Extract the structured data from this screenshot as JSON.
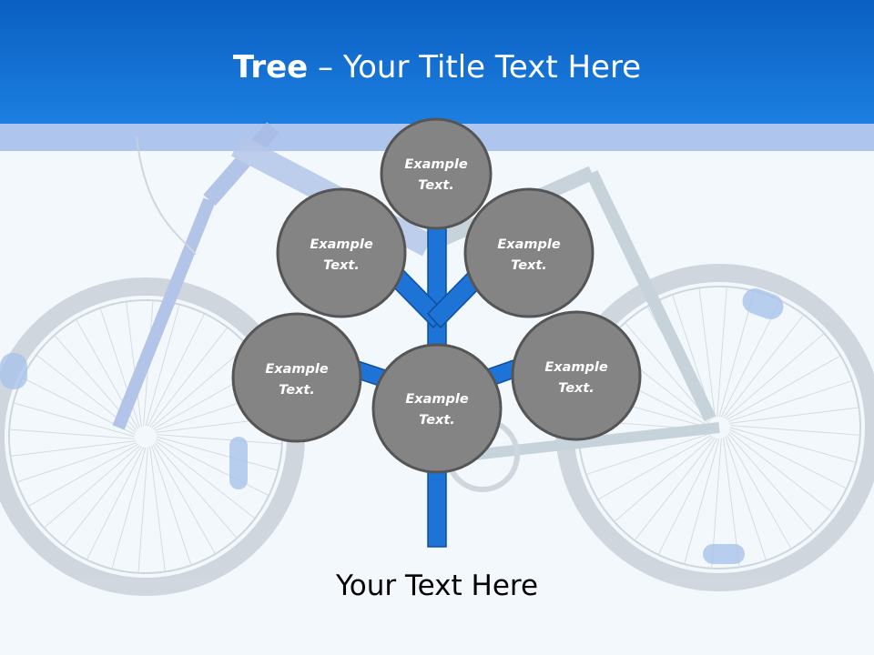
{
  "slide": {
    "title_bold": "Tree",
    "title_rest": " – Your Title Text Here",
    "caption": "Your Text Here"
  },
  "colors": {
    "header": "#1274d6",
    "band": "#aec6ee",
    "branch": "#1d73d6",
    "node_fill": "#848484",
    "node_stroke": "#555555"
  },
  "tree": {
    "nodes": [
      {
        "id": "top",
        "line1": "Example",
        "line2": "Text."
      },
      {
        "id": "upper-left",
        "line1": "Example",
        "line2": "Text."
      },
      {
        "id": "upper-right",
        "line1": "Example",
        "line2": "Text."
      },
      {
        "id": "middle-left",
        "line1": "Example",
        "line2": "Text."
      },
      {
        "id": "middle-right",
        "line1": "Example",
        "line2": "Text."
      },
      {
        "id": "center",
        "line1": "Example",
        "line2": "Text."
      }
    ]
  }
}
